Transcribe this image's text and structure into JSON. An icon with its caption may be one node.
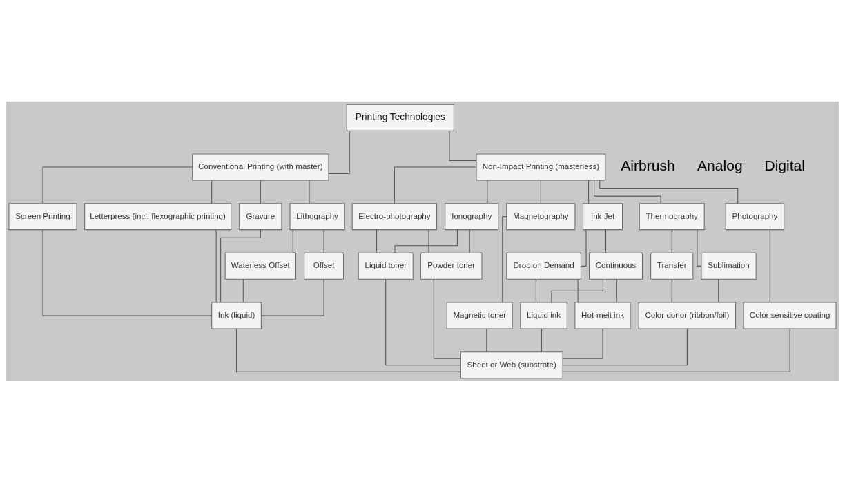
{
  "diagram": {
    "nodes": [
      {
        "text": [
          "Printing Technologies"
        ]
      },
      {
        "text": [
          "Conventional Printing (with master)"
        ]
      },
      {
        "text": [
          "Non-Impact Printing (masterless)"
        ]
      },
      {
        "text": [
          "Screen Printing"
        ]
      },
      {
        "text": [
          "Letterpress (incl. flexographic printing)"
        ]
      },
      {
        "text": [
          "Lithography"
        ]
      },
      {
        "text": [
          "Gravure"
        ]
      },
      {
        "text": [
          "Electro-photography"
        ]
      },
      {
        "text": [
          "Ionography"
        ]
      },
      {
        "text": [
          "Magnetography"
        ]
      },
      {
        "text": [
          "Ink Jet"
        ]
      },
      {
        "text": [
          "Thermography"
        ]
      },
      {
        "text": [
          "Photography"
        ]
      },
      {
        "text": [
          "Offset"
        ]
      },
      {
        "text": [
          "Waterless Offset"
        ]
      },
      {
        "text": [
          "Continuous"
        ]
      },
      {
        "text": [
          "Drop on Demand"
        ]
      },
      {
        "text": [
          "Sublimation"
        ]
      },
      {
        "text": [
          "Transfer"
        ]
      },
      {
        "text": [
          "Ink (liquid)"
        ]
      },
      {
        "text": [
          "Powder toner"
        ]
      },
      {
        "text": [
          "Liquid toner"
        ]
      },
      {
        "text": [
          "Magnetic toner"
        ]
      },
      {
        "text": [
          "Liquid ink"
        ]
      },
      {
        "text": [
          "Hot-melt ink"
        ]
      },
      {
        "text": [
          "Color donor (ribbon/foil)"
        ]
      },
      {
        "text": [
          "Color sensitive coating"
        ]
      },
      {
        "text": [
          "Sheet or Web (substrate)"
        ]
      }
    ],
    "edges": [
      {
        "from": 0,
        "to": 1,
        "arrow": "none"
      },
      {
        "from": 0,
        "to": 2,
        "arrow": "none"
      },
      {
        "from": 1,
        "to": 3,
        "arrow": "none"
      },
      {
        "from": 1,
        "to": 4,
        "arrow": "none"
      },
      {
        "from": 1,
        "to": 5,
        "arrow": "none"
      },
      {
        "from": 1,
        "to": 6,
        "arrow": "none"
      },
      {
        "from": 2,
        "to": 7,
        "arrow": "none"
      },
      {
        "from": 2,
        "to": 8,
        "arrow": "none"
      },
      {
        "from": 2,
        "to": 9,
        "arrow": "none"
      },
      {
        "from": 2,
        "to": 10,
        "arrow": "none"
      },
      {
        "from": 2,
        "to": 11,
        "arrow": "none"
      },
      {
        "from": 2,
        "to": 12,
        "arrow": "none"
      },
      {
        "from": 5,
        "to": 13,
        "arrow": "none"
      },
      {
        "from": 5,
        "to": 14,
        "arrow": "none"
      },
      {
        "from": 10,
        "to": 15,
        "arrow": "none"
      },
      {
        "from": 10,
        "to": 16,
        "arrow": "none"
      },
      {
        "from": 11,
        "to": 17,
        "arrow": "none"
      },
      {
        "from": 11,
        "to": 18,
        "arrow": "none"
      },
      {
        "from": 3,
        "to": 19,
        "arrow": "none"
      },
      {
        "from": 4,
        "to": 19,
        "arrow": "none"
      },
      {
        "from": 13,
        "to": 19,
        "arrow": "none"
      },
      {
        "from": 14,
        "to": 19,
        "arrow": "none"
      },
      {
        "from": 6,
        "to": 19,
        "arrow": "none"
      },
      {
        "from": 7,
        "to": 20,
        "arrow": "none"
      },
      {
        "from": 7,
        "to": 21,
        "arrow": "none"
      },
      {
        "from": 8,
        "to": 20,
        "arrow": "none"
      },
      {
        "from": 8,
        "to": 21,
        "arrow": "none"
      },
      {
        "from": 9,
        "to": 22,
        "arrow": "none"
      },
      {
        "from": 15,
        "to": 23,
        "arrow": "none"
      },
      {
        "from": 15,
        "to": 24,
        "arrow": "none"
      },
      {
        "from": 16,
        "to": 23,
        "arrow": "none"
      },
      {
        "from": 16,
        "to": 24,
        "arrow": "none"
      },
      {
        "from": 17,
        "to": 25,
        "arrow": "none"
      },
      {
        "from": 18,
        "to": 25,
        "arrow": "none"
      },
      {
        "from": 12,
        "to": 26,
        "arrow": "none"
      },
      {
        "from": 19,
        "to": 27,
        "arrow": "none"
      },
      {
        "from": 20,
        "to": 27,
        "arrow": "none"
      },
      {
        "from": 21,
        "to": 27,
        "arrow": "none"
      },
      {
        "from": 22,
        "to": 27,
        "arrow": "none"
      },
      {
        "from": 23,
        "to": 27,
        "arrow": "none"
      },
      {
        "from": 24,
        "to": 27,
        "arrow": "none"
      },
      {
        "from": 25,
        "to": 27,
        "arrow": "none"
      },
      {
        "from": 26,
        "to": 27,
        "arrow": "none"
      }
    ],
    "labels": [
      "Airbrush",
      "Analog",
      "Digital"
    ]
  }
}
